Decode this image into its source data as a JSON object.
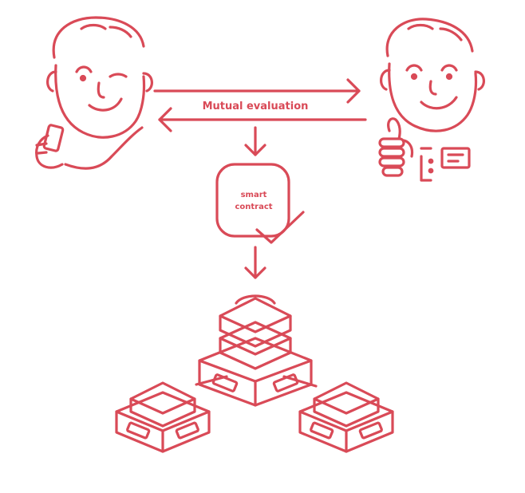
{
  "colors": {
    "accent": "#d94a57",
    "background": "#ffffff"
  },
  "labels": {
    "mutual_evaluation": "Mutual evaluation",
    "smart_contract_line1": "smart",
    "smart_contract_line2": "contract"
  },
  "icons": {
    "left_person": "person-winking-holding-phone-icon",
    "right_person": "person-smiling-thumbs-up-icon",
    "document": "id-card-icon",
    "contract": "smart-contract-check-icon",
    "network": "blockchain-node-stack-icon"
  }
}
